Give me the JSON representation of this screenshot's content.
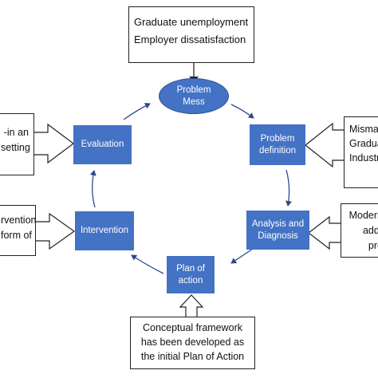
{
  "nodes": {
    "problem_mess": {
      "line1": "Problem",
      "line2": "Mess"
    },
    "problem_definition": {
      "line1": "Problem",
      "line2": "definition"
    },
    "analysis": {
      "line1": "Analysis and",
      "line2": "Diagnosis"
    },
    "plan": {
      "line1": "Plan of",
      "line2": "action"
    },
    "intervention": {
      "line1": "Intervention"
    },
    "evaluation": {
      "line1": "Evaluation"
    }
  },
  "notes": {
    "top": {
      "line1": "Graduate unemployment",
      "line2": "Employer dissatisfaction"
    },
    "right_upper": {
      "line1": "Mismate",
      "line2": "Graduat",
      "line3": "Industry n"
    },
    "right_lower": {
      "line1": "Modern",
      "line2": "addr",
      "line3": "pro"
    },
    "bottom": {
      "line1": "Conceptual framework",
      "line2": "has been developed as",
      "line3": "the initial Plan of Action"
    },
    "left_upper": {
      "line1": "-in an",
      "line2": "setting"
    },
    "left_lower": {
      "line1": "rvention",
      "line2": "form of"
    }
  },
  "colors": {
    "node_fill": "#4472c4",
    "arrow": "#2f4a8a"
  }
}
